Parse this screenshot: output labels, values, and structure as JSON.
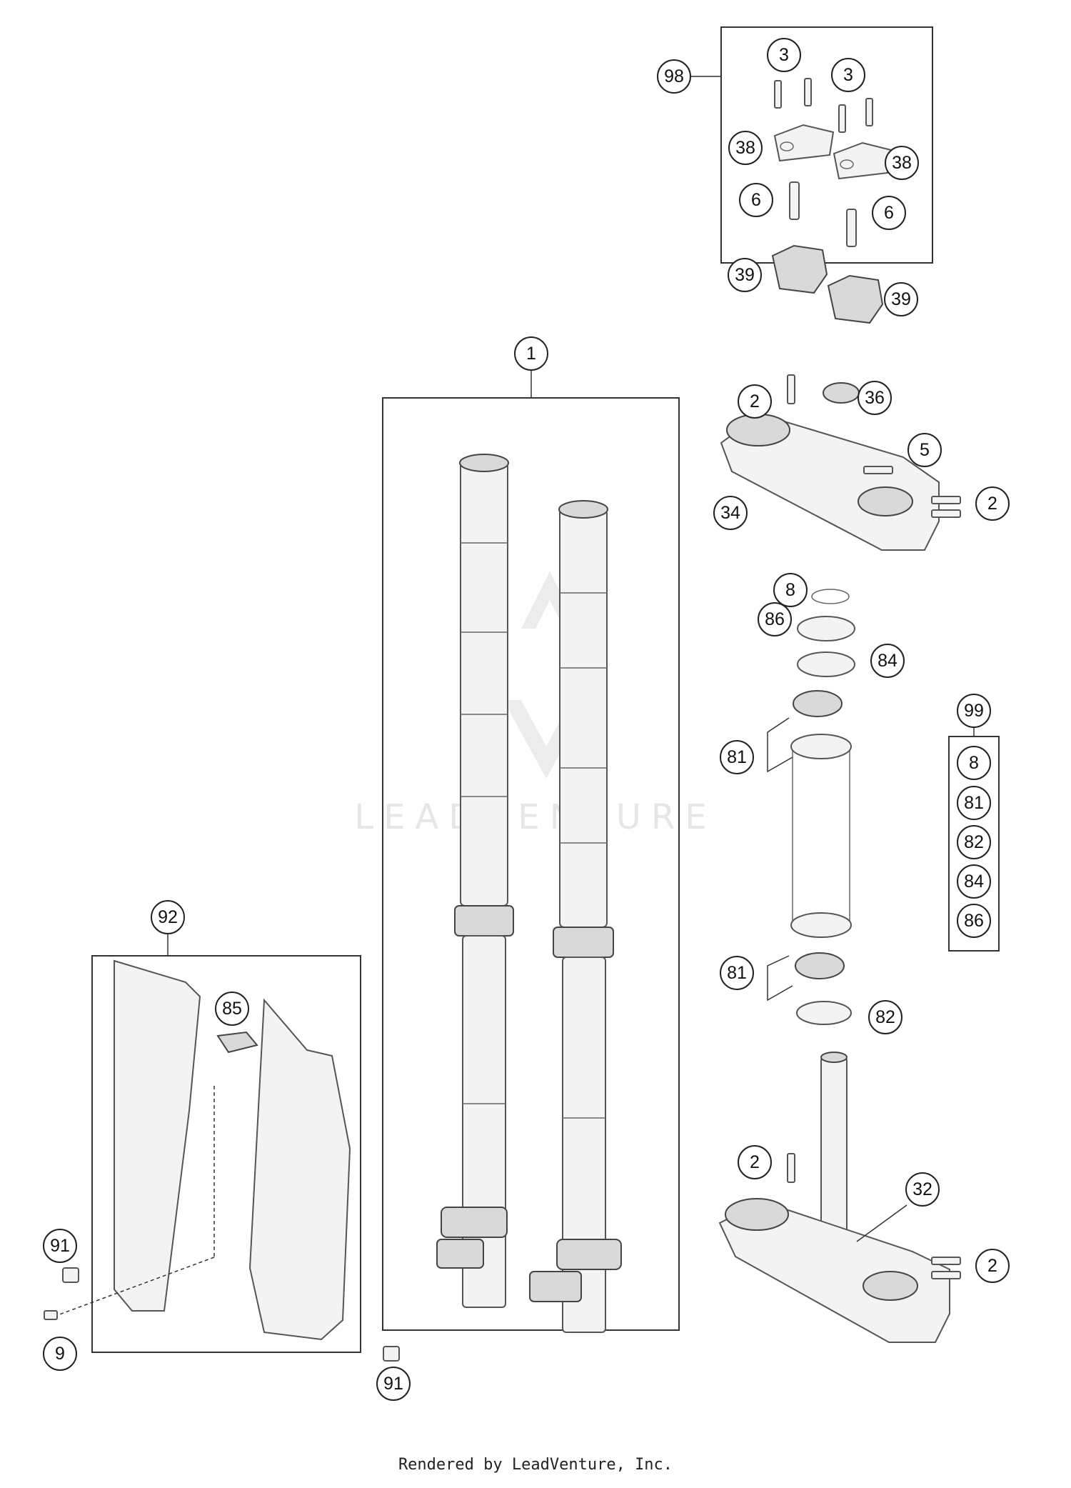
{
  "watermark": "LEADVENTURE",
  "footer": "Rendered by LeadVenture, Inc.",
  "callouts": {
    "c98": "98",
    "c3a": "3",
    "c3b": "3",
    "c38a": "38",
    "c38b": "38",
    "c6a": "6",
    "c6b": "6",
    "c39a": "39",
    "c39b": "39",
    "c1": "1",
    "c2a": "2",
    "c36": "36",
    "c5": "5",
    "c34": "34",
    "c2b": "2",
    "c8": "8",
    "c86": "86",
    "c84": "84",
    "c81a": "81",
    "c81b": "81",
    "c82": "82",
    "c99": "99",
    "k8": "8",
    "k81": "81",
    "k82": "82",
    "k84": "84",
    "k86": "86",
    "c92": "92",
    "c85": "85",
    "c91a": "91",
    "c9": "9",
    "c91b": "91",
    "c2c": "2",
    "c32": "32",
    "c2d": "2"
  }
}
